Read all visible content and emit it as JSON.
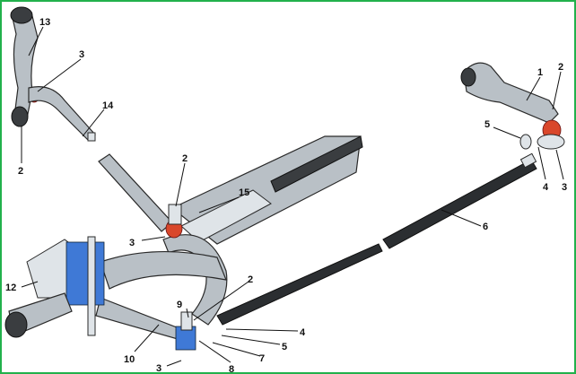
{
  "figure": {
    "colors": {
      "border": "#22b14c",
      "metal": "#b9c0c6",
      "rod": "#2b2e31",
      "bushing": "#d9472b",
      "knuckle": "#3f79d6"
    },
    "labels": {
      "l13": "13",
      "l3a": "3",
      "l14": "14",
      "l2a": "2",
      "l2b": "2",
      "l15": "15",
      "l3b": "3",
      "l1": "1",
      "l2c": "2",
      "l5a": "5",
      "l4a": "4",
      "l3c": "3",
      "l6": "6",
      "l12": "12",
      "l9": "9",
      "l2d": "2",
      "l4b": "4",
      "l5b": "5",
      "l7": "7",
      "l10": "10",
      "l3d": "3",
      "l8": "8"
    }
  }
}
